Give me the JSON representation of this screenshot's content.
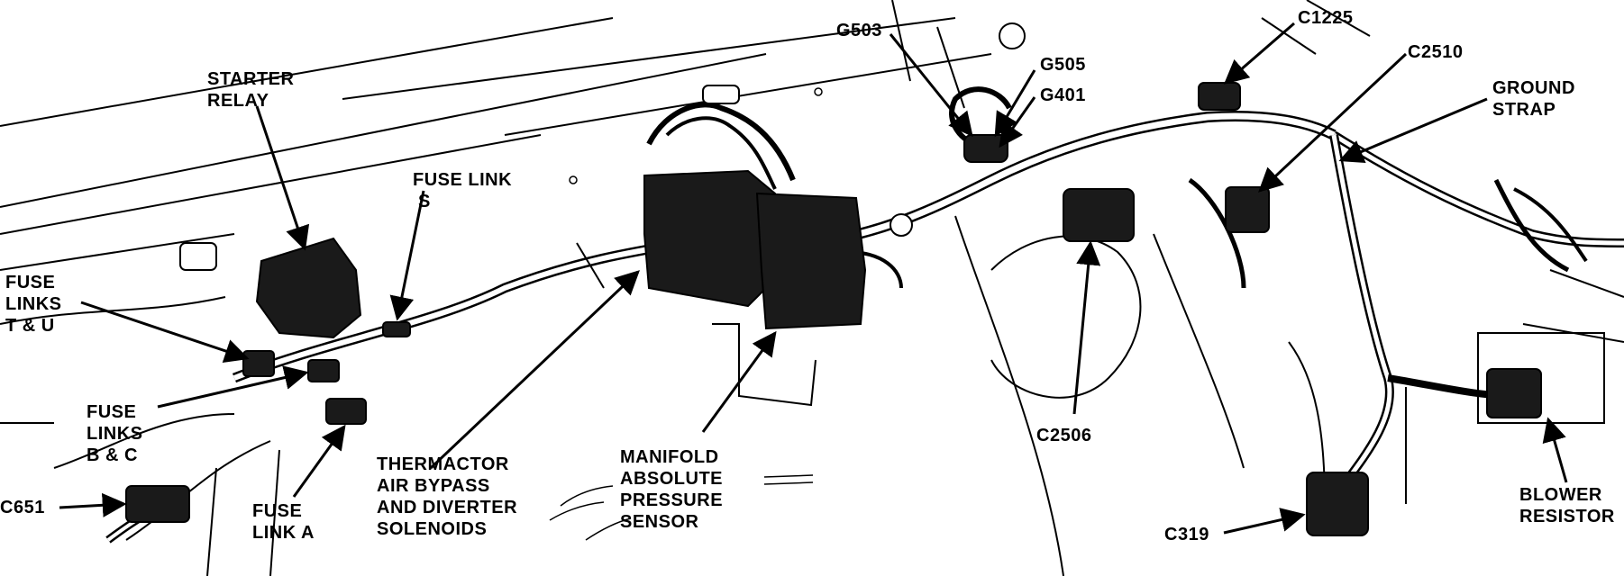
{
  "labels": {
    "starter_relay": [
      "STARTER",
      "RELAY"
    ],
    "fuse_link_s": [
      "FUSE LINK",
      "S"
    ],
    "fuse_links_tu": [
      "FUSE",
      "LINKS",
      "T & U"
    ],
    "fuse_links_bc": [
      "FUSE",
      "LINKS",
      "B & C"
    ],
    "c651": "C651",
    "fuse_link_a": [
      "FUSE",
      "LINK A"
    ],
    "thermactor": [
      "THERMACTOR",
      "AIR BYPASS",
      "AND DIVERTER",
      "SOLENOIDS"
    ],
    "map_sensor": [
      "MANIFOLD",
      "ABSOLUTE",
      "PRESSURE",
      "SENSOR"
    ],
    "g503": "G503",
    "g505": "G505",
    "g401": "G401",
    "c1225": "C1225",
    "c2510": "C2510",
    "ground_strap": [
      "GROUND",
      "STRAP"
    ],
    "c2506": "C2506",
    "c319": "C319",
    "blower_resistor": [
      "BLOWER",
      "RESISTOR"
    ]
  },
  "colors": {
    "ink": "#000000",
    "paper": "#ffffff",
    "component": "#1a1a1a"
  }
}
